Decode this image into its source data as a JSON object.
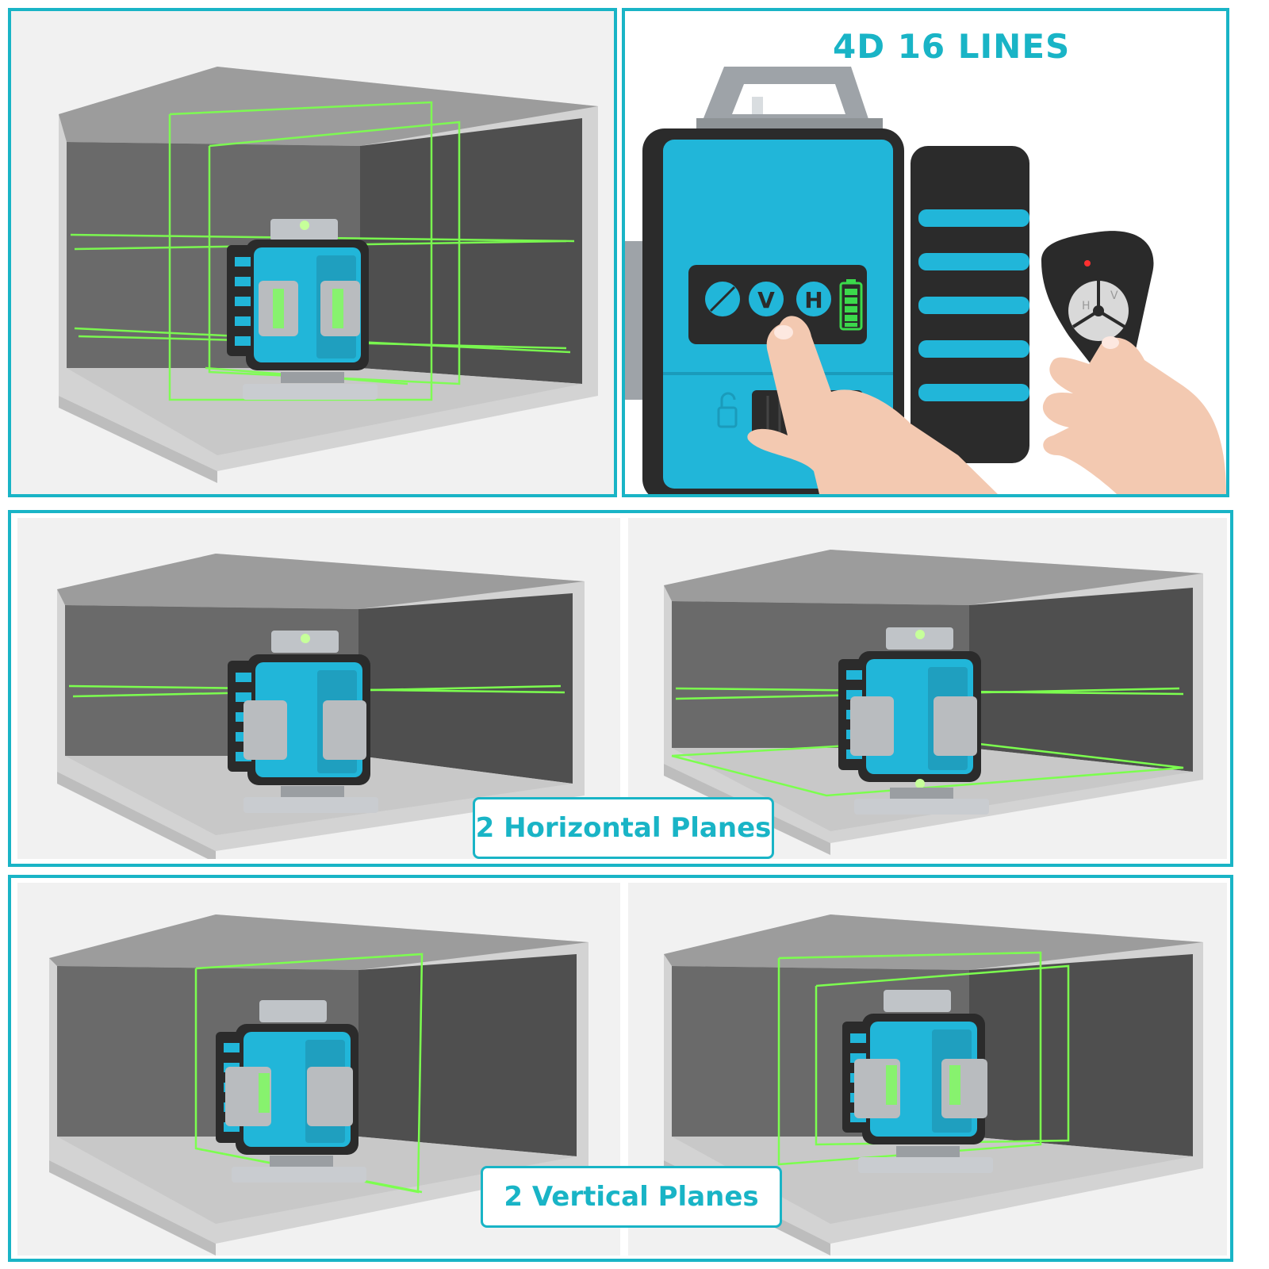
{
  "headline": "4D 16 LINES",
  "badges": {
    "horizontal": "2 Horizontal Planes",
    "vertical": "2 Vertical Planes"
  },
  "control_panel": {
    "buttons": [
      "V",
      "H"
    ],
    "battery_bars": 5
  },
  "remote": {
    "buttons": [
      "H",
      "V"
    ]
  },
  "colors": {
    "frame_border": "#19b4c6",
    "laser_green": "#7cff4f",
    "device_blue": "#21b6d9",
    "device_dark": "#2b2b2b",
    "wall_dark": "#585858",
    "wall_mid": "#6d6d6d"
  },
  "icons": [
    "power-mode-icon",
    "lock-icon",
    "battery-icon"
  ]
}
